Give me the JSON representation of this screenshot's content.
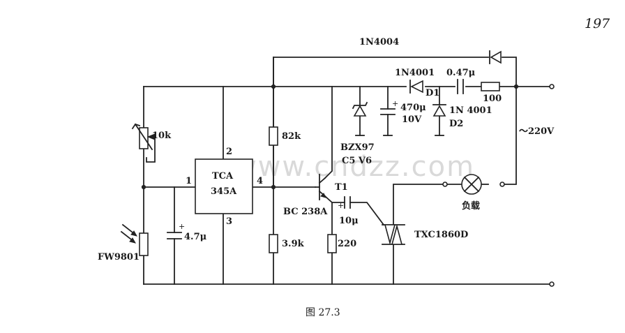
{
  "page": {
    "page_number": "197",
    "figure_caption": "图 27.3",
    "watermark": "www.cndzz.com"
  },
  "components": {
    "diode_top": "1N4004",
    "diode_d1_part": "1N4001",
    "diode_d1_ref": "D1",
    "cap_series": "0.47μ",
    "res_series": "100",
    "zener_part": "BZX97",
    "zener_value": "C5 V6",
    "cap_filter_value": "470μ",
    "cap_filter_voltage": "10V",
    "diode_d2_part": "1N 4001",
    "diode_d2_ref": "D2",
    "mains": "～220V",
    "pot": "10k",
    "ic_name": "TCA",
    "ic_part": "345A",
    "pin_1": "1",
    "pin_2": "2",
    "pin_3": "3",
    "pin_4": "4",
    "res_82k": "82k",
    "res_39k": "3.9k",
    "res_220": "220",
    "transistor_ref": "T1",
    "transistor_part": "BC 238A",
    "cap_coupling": "10μ",
    "triac_part": "TXC1860D",
    "load": "负载",
    "ldr_part": "FW9801",
    "cap_timing": "4.7μ",
    "plus": "+"
  }
}
